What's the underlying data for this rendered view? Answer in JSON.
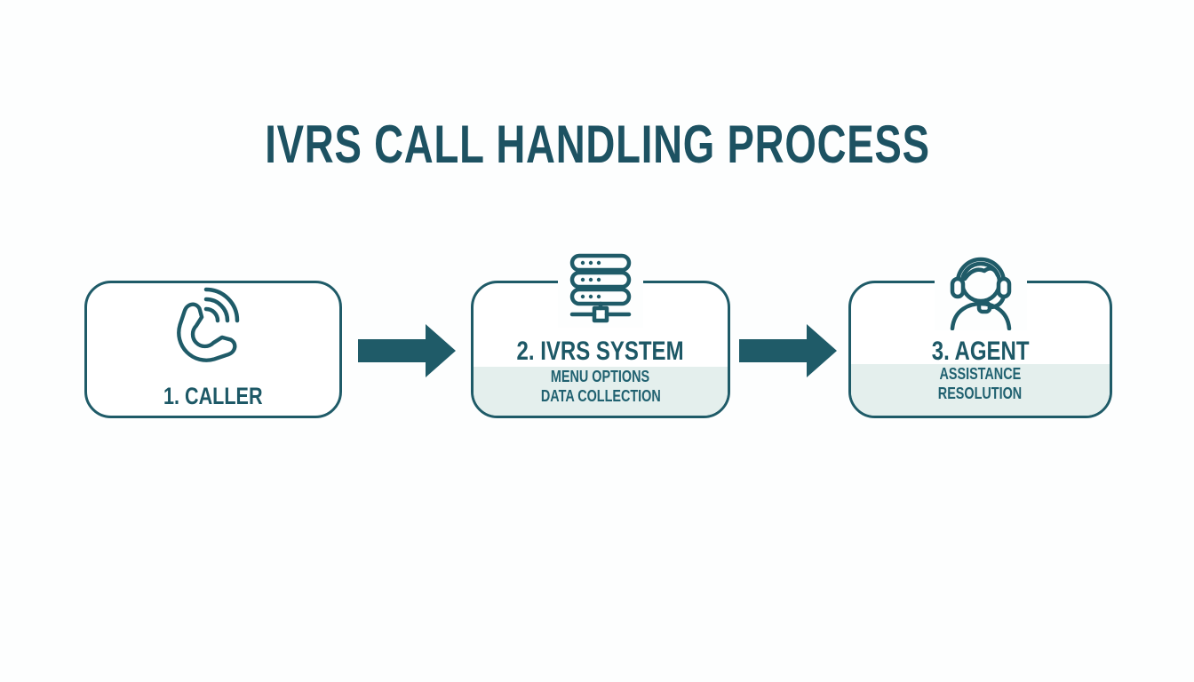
{
  "title": "IVRS CALL HANDLING PROCESS",
  "colors": {
    "accent_teal": "#1f5b68",
    "title_teal": "#1d5262",
    "band_background": "#e4efed",
    "page_background": "#fdfefe",
    "box_background": "#ffffff"
  },
  "steps": [
    {
      "label": "1. CALLER",
      "icon": "phone-call-icon",
      "sublabels": []
    },
    {
      "label": "2. IVRS SYSTEM",
      "icon": "server-icon",
      "sublabels": [
        "MENU OPTIONS",
        "DATA COLLECTION"
      ]
    },
    {
      "label": "3. AGENT",
      "icon": "support-agent-icon",
      "sublabels": [
        "ASSISTANCE",
        "RESOLUTION"
      ]
    }
  ],
  "connectors": [
    {
      "icon": "right-arrow-icon"
    },
    {
      "icon": "right-arrow-icon"
    }
  ]
}
